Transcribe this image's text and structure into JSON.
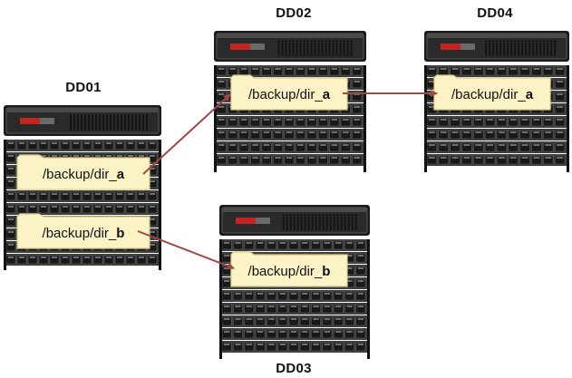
{
  "nodes": {
    "dd01": {
      "label": "DD01",
      "folders": [
        {
          "prefix": "/backup/dir_",
          "suffix": "a"
        },
        {
          "prefix": "/backup/dir_",
          "suffix": "b"
        }
      ]
    },
    "dd02": {
      "label": "DD02",
      "folders": [
        {
          "prefix": "/backup/dir_",
          "suffix": "a"
        }
      ]
    },
    "dd03": {
      "label": "DD03",
      "folders": [
        {
          "prefix": "/backup/dir_",
          "suffix": "b"
        }
      ]
    },
    "dd04": {
      "label": "DD04",
      "folders": [
        {
          "prefix": "/backup/dir_",
          "suffix": "a"
        }
      ]
    }
  },
  "colors": {
    "arrow": "#a04844",
    "folder_fill": "#fbf2c6",
    "folder_stroke": "#d8c88a",
    "rack_dark": "#1b1b1b",
    "rack_mid": "#3c3c3c",
    "brand_red": "#c0261f"
  }
}
